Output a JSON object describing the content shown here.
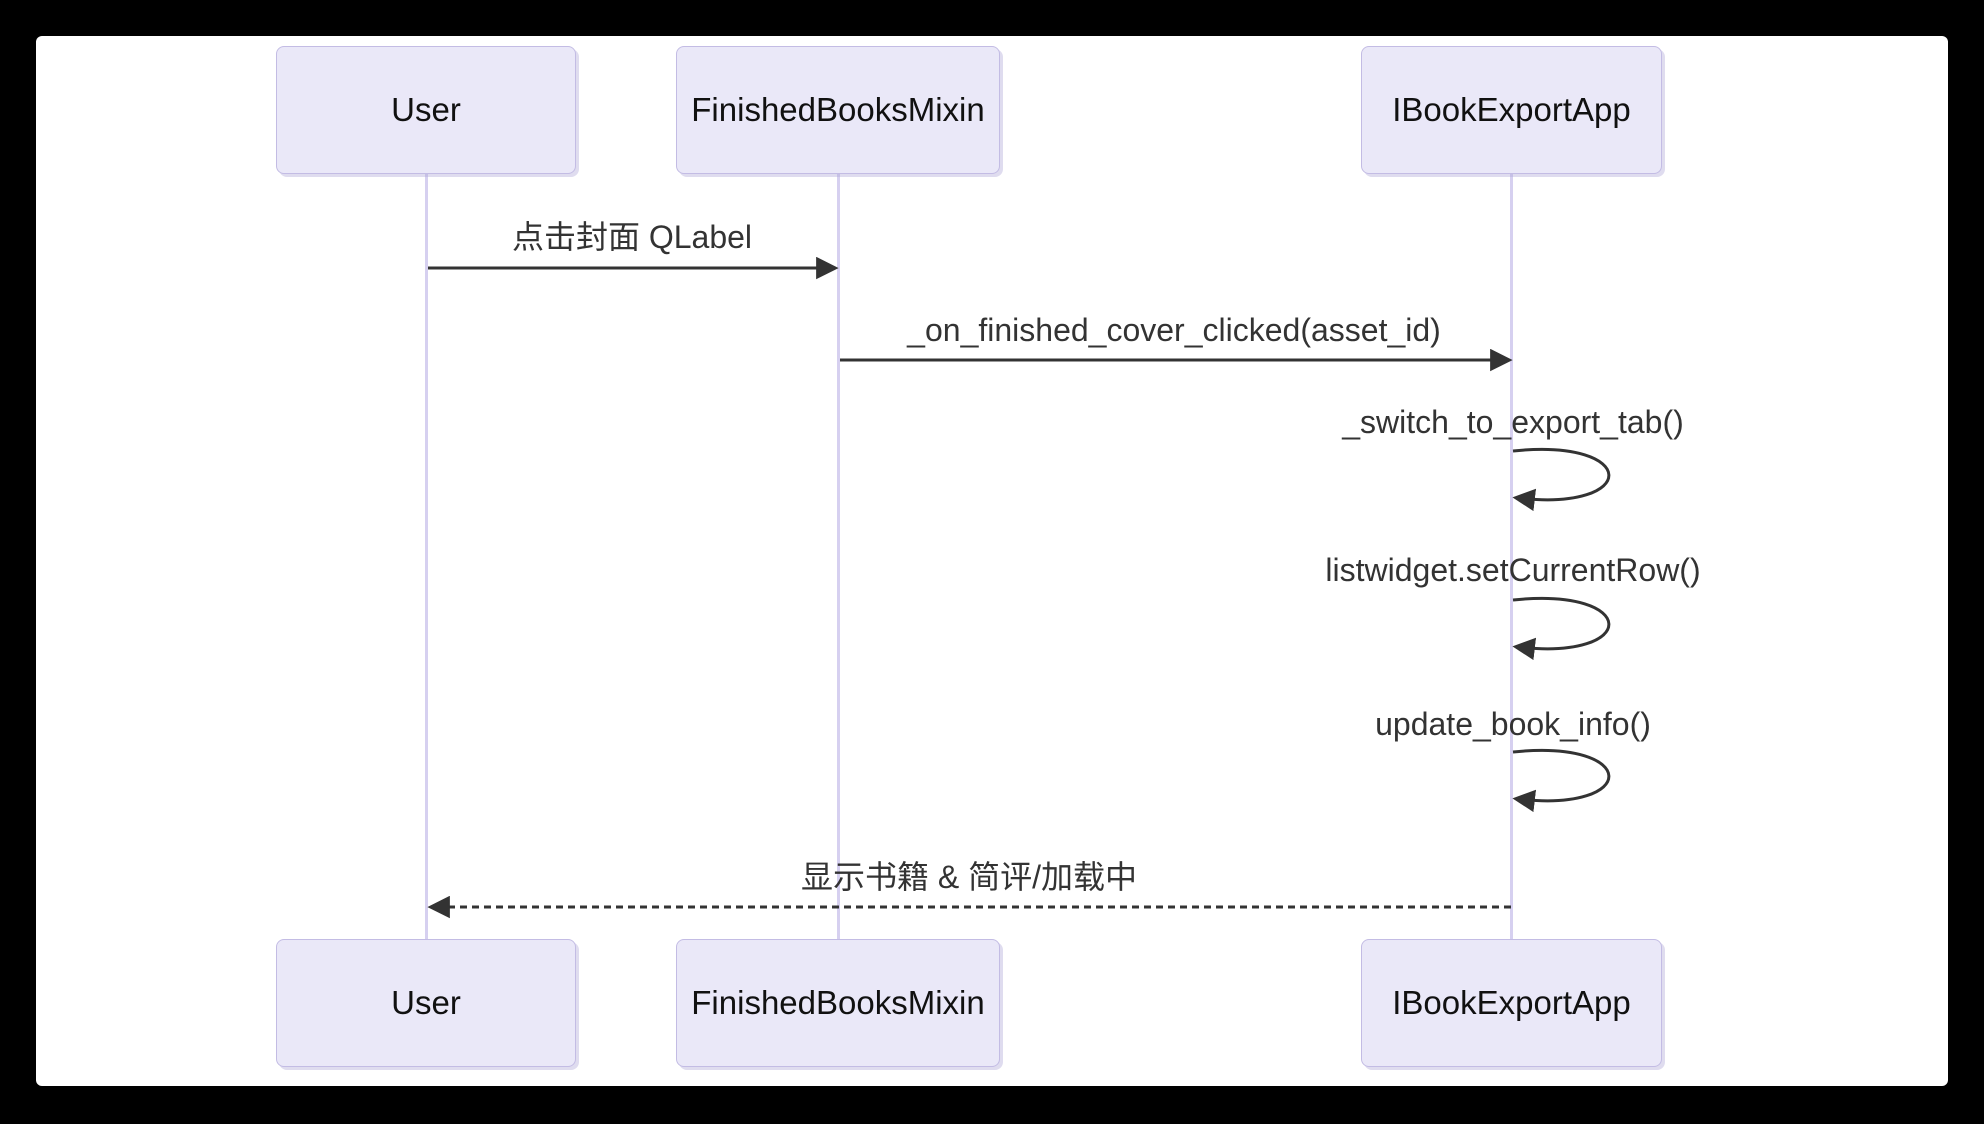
{
  "diagram": {
    "type": "sequence-diagram",
    "actors": [
      {
        "id": "user",
        "label": "User"
      },
      {
        "id": "finished-books-mixin",
        "label": "FinishedBooksMixin"
      },
      {
        "id": "ibook-export-app",
        "label": "IBookExportApp"
      }
    ],
    "messages": [
      {
        "index": 1,
        "from": "User",
        "to": "FinishedBooksMixin",
        "label": "点击封面 QLabel",
        "line": "solid",
        "arrow": "filled"
      },
      {
        "index": 2,
        "from": "FinishedBooksMixin",
        "to": "IBookExportApp",
        "label": "_on_finished_cover_clicked(asset_id)",
        "line": "solid",
        "arrow": "filled"
      },
      {
        "index": 3,
        "from": "IBookExportApp",
        "to": "IBookExportApp",
        "label": "_switch_to_export_tab()",
        "line": "self-loop",
        "arrow": "filled"
      },
      {
        "index": 4,
        "from": "IBookExportApp",
        "to": "IBookExportApp",
        "label": "listwidget.setCurrentRow()",
        "line": "self-loop",
        "arrow": "filled"
      },
      {
        "index": 5,
        "from": "IBookExportApp",
        "to": "IBookExportApp",
        "label": "update_book_info()",
        "line": "self-loop",
        "arrow": "filled"
      },
      {
        "index": 6,
        "from": "IBookExportApp",
        "to": "User",
        "label": "显示书籍 & 简评/加载中",
        "line": "dashed",
        "arrow": "filled"
      }
    ],
    "colors": {
      "frame_background": "#000000",
      "canvas_background": "#ffffff",
      "actor_fill": "#EAE8F8",
      "actor_border": "#C3BCE4",
      "lifeline": "#D6D0F0",
      "arrow": "#333333",
      "message_text": "#333333",
      "actor_text": "#111111"
    }
  }
}
